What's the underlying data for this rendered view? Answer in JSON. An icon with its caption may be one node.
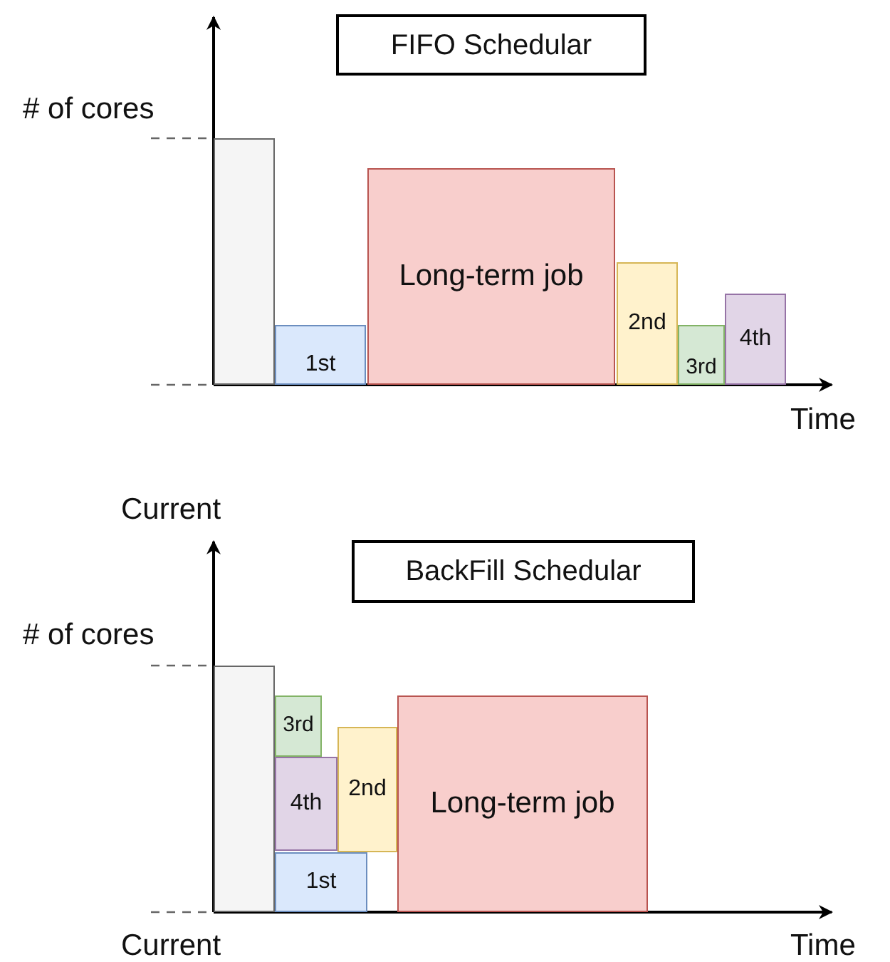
{
  "diagram": {
    "nodes": [
      {
        "text": [
          "FIFO Schedular"
        ]
      },
      {
        "text": [],
        "shape": "box"
      },
      {
        "text": [
          "1st"
        ]
      },
      {
        "text": [
          "Long-term job"
        ]
      },
      {
        "text": [
          "2nd"
        ]
      },
      {
        "text": [
          "3rd"
        ]
      },
      {
        "text": [
          "4th"
        ]
      },
      {
        "text": [
          "BackFill Schedular"
        ]
      },
      {
        "text": [],
        "shape": "box"
      },
      {
        "text": [
          "3rd"
        ]
      },
      {
        "text": [
          "4th"
        ]
      },
      {
        "text": [
          "2nd"
        ]
      },
      {
        "text": [
          "Long-term job"
        ]
      },
      {
        "text": [
          "1st"
        ]
      }
    ],
    "labels": [
      "# of cores",
      "Time",
      "Current",
      "# of cores",
      "Current",
      "Time"
    ]
  }
}
